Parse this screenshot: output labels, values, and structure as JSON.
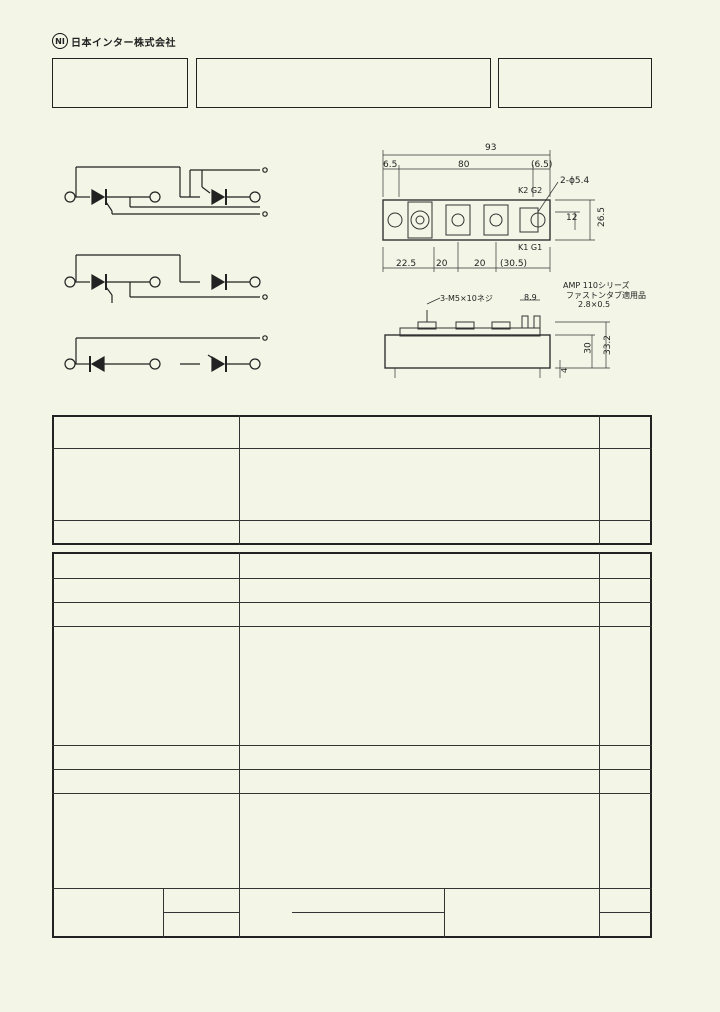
{
  "header": {
    "logo_mark": "NI",
    "company_name": "日本インター株式会社"
  },
  "dimensions": {
    "overall_length": "93",
    "body_length": "80",
    "left_offset": "6.5",
    "right_offset": "(6.5)",
    "terminal_labels_top": "K2 G2",
    "hole_spec": "2-ϕ5.4",
    "terminal_labels_bottom": "K1 G1",
    "height_inner": "12",
    "height_outer": "26.5",
    "pitch_1": "22.5",
    "pitch_2": "20",
    "pitch_3": "20",
    "pitch_4": "(30.5)",
    "screw_spec": "3-M5×10ネジ",
    "tab_width": "8.9",
    "amp_note_1": "AMP 110シリーズ",
    "amp_note_2": "ファストンタブ適用品",
    "amp_note_3": "2.8×0.5",
    "height_body": "30",
    "height_total": "33.2",
    "base_thickness": "4"
  },
  "colors": {
    "background": "#f3f5e6",
    "ink": "#222222"
  }
}
